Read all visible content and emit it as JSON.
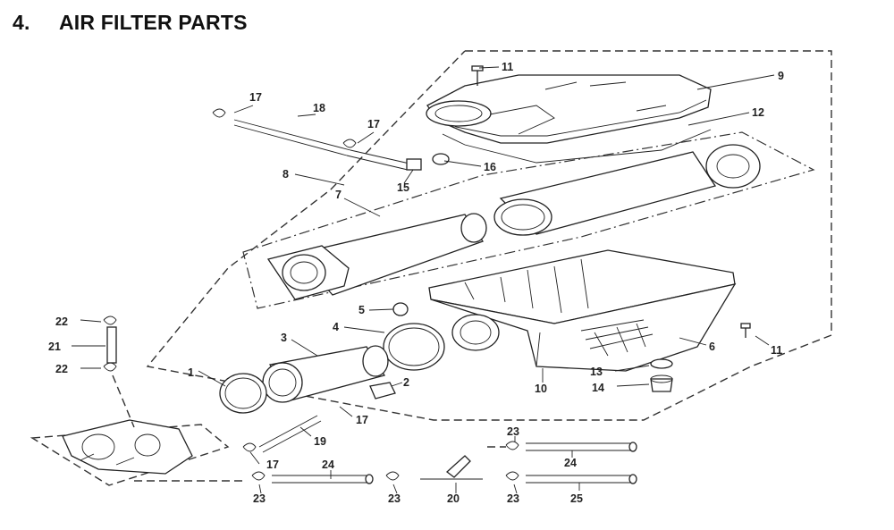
{
  "heading": {
    "number": "4.",
    "title": "AIR FILTER PARTS"
  },
  "callouts": {
    "c1": "1",
    "c2": "2",
    "c3": "3",
    "c4": "4",
    "c5": "5",
    "c6": "6",
    "c7": "7",
    "c8": "8",
    "c9": "9",
    "c10": "10",
    "c11a": "11",
    "c11b": "11",
    "c12": "12",
    "c13": "13",
    "c14": "14",
    "c15": "15",
    "c16": "16",
    "c17a": "17",
    "c17b": "17",
    "c17c": "17",
    "c17d": "17",
    "c18": "18",
    "c19": "19",
    "c20": "20",
    "c21": "21",
    "c22a": "22",
    "c22b": "22",
    "c23a": "23",
    "c23b": "23",
    "c23c": "23",
    "c23d": "23",
    "c24a": "24",
    "c24b": "24",
    "c25": "25"
  }
}
